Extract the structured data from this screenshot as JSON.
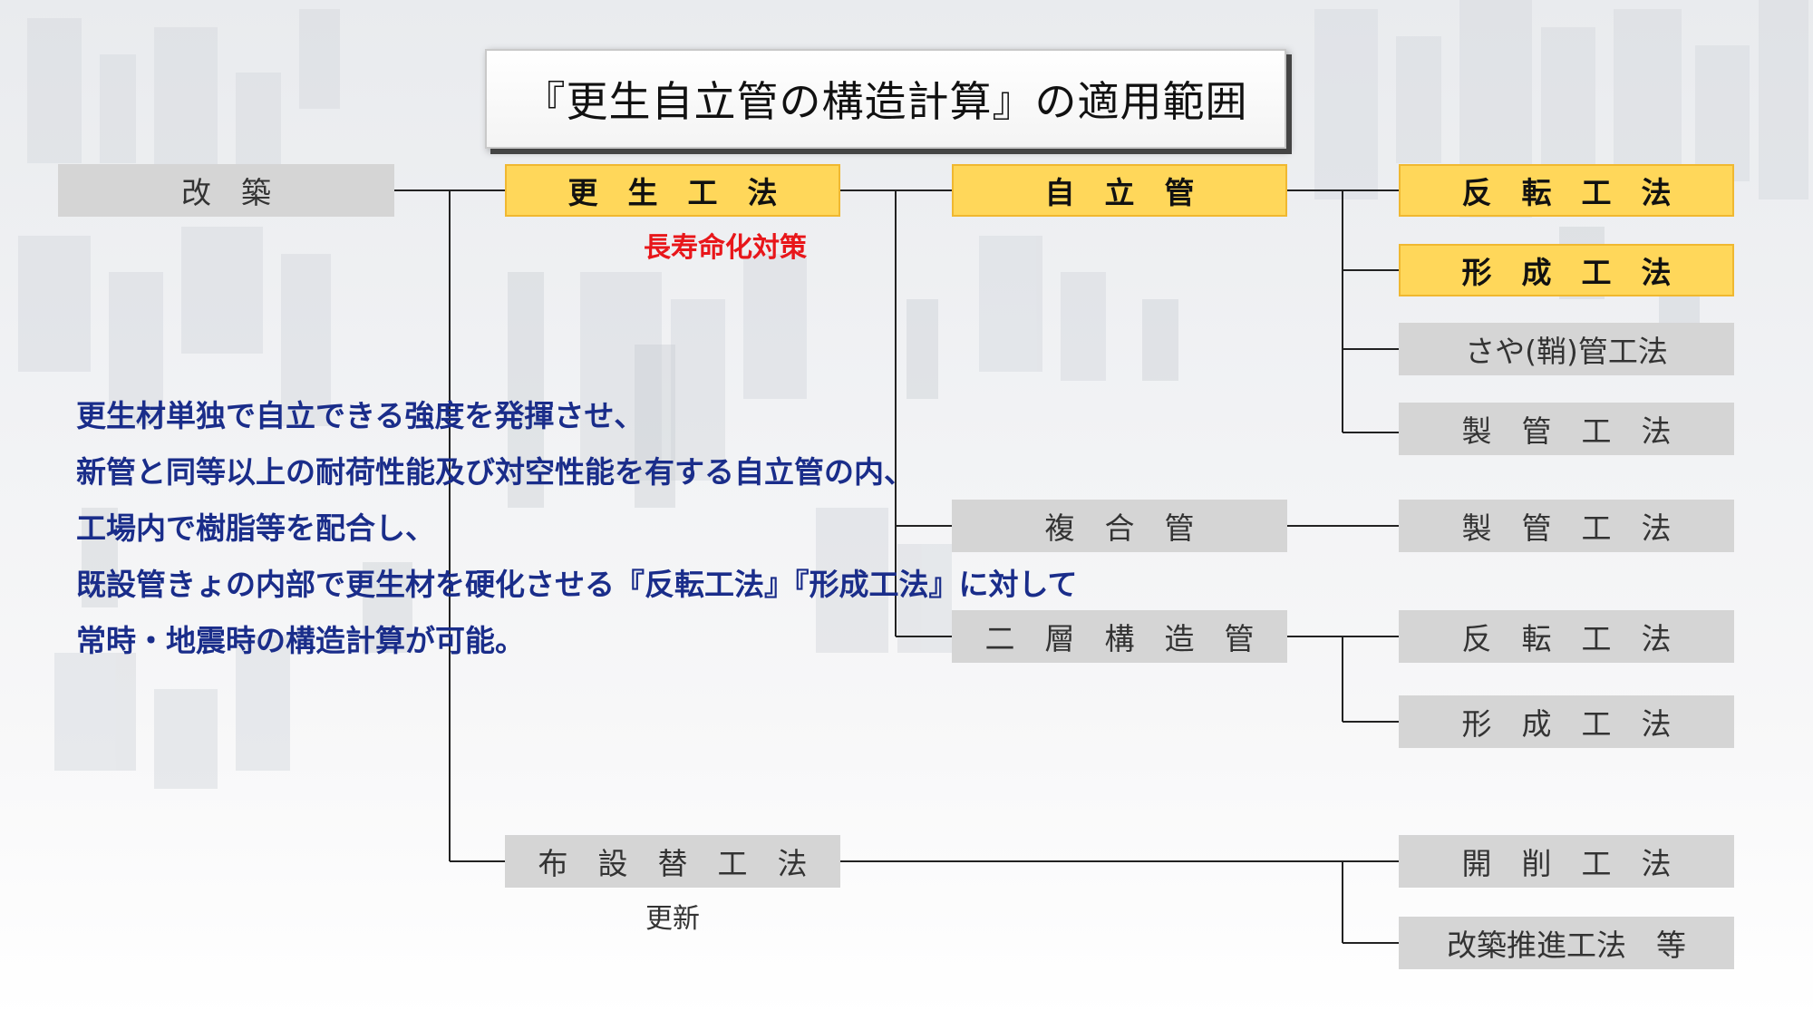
{
  "title": "『更生自立管の構造計算』の適用範囲",
  "nodes": {
    "kaichiku": "改　築",
    "kousei_kouhou": "更　生　工　法",
    "jiritsu_kan": "自　立　管",
    "hanten_kouhou_top": "反　転　工　法",
    "keisei_kouhou_top": "形　成　工　法",
    "saya_kan": "さや(鞘)管工法",
    "seikan_kouhou_1": "製　管　工　法",
    "fukugou_kan": "複　合　管",
    "seikan_kouhou_2": "製　管　工　法",
    "nisou_kouzou_kan": "二　層　構　造　管",
    "hanten_kouhou": "反　転　工　法",
    "keisei_kouhou": "形　成　工　法",
    "fusetsu_gae": "布　設　替　工　法",
    "kaisaku_kouhou": "開　削　工　法",
    "kaichiku_suishin": "改築推進工法　等"
  },
  "notes": {
    "long_life": "長寿命化対策",
    "renewal": "更新"
  },
  "description": [
    "更生材単独で自立できる強度を発揮させ、",
    "新管と同等以上の耐荷性能及び対空性能を有する自立管の内、",
    "工場内で樹脂等を配合し、",
    "既設管きょの内部で更生材を硬化させる『反転工法』『形成工法』に対して",
    "常時・地震時の構造計算が可能。"
  ],
  "colors": {
    "highlight": "#ffd75a",
    "gray_box": "#d5d5d5",
    "description_text": "#1a2d8a",
    "note_red": "#e8161a"
  }
}
